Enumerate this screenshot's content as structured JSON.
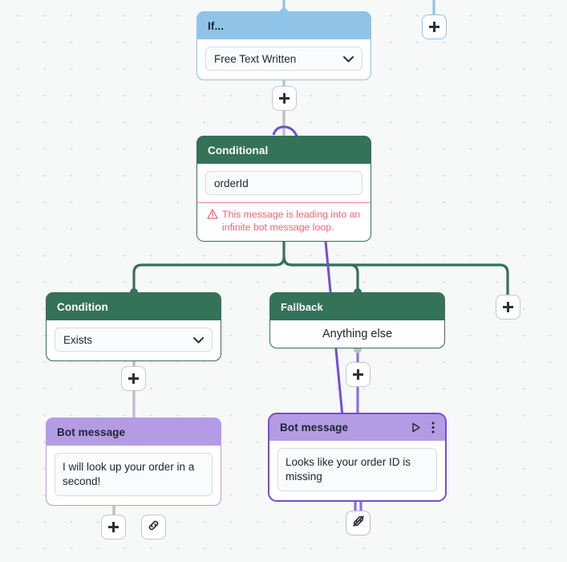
{
  "canvas": {
    "background_color": "#f7f8f8",
    "dot_color": "#dcdcdc",
    "edge_colors": {
      "green": "#34725a",
      "blue": "#8fc4e8",
      "gray": "#b9bec6",
      "purple": "#6f4fd8"
    }
  },
  "nodes": {
    "if_node": {
      "title": "If...",
      "header_color": "#8fc4e8",
      "select_value": "Free Text Written",
      "dropdown_icon": "chevron-down-icon"
    },
    "conditional_node": {
      "title": "Conditional",
      "header_color": "#34725a",
      "input_value": "orderId",
      "warning_icon": "warning-triangle-icon",
      "warning_text": "This message is leading into an infinite bot message loop.",
      "warning_color": "#f2636f"
    },
    "condition_node": {
      "title": "Condition",
      "header_color": "#34725a",
      "select_value": "Exists",
      "dropdown_icon": "chevron-down-icon"
    },
    "fallback_node": {
      "title": "Fallback",
      "header_color": "#34725a",
      "body_text": "Anything else"
    },
    "bot_message_left": {
      "title": "Bot message",
      "header_color": "#b49ce4",
      "message": "I will look up your order in a second!"
    },
    "bot_message_right": {
      "title": "Bot message",
      "header_color": "#b49ce4",
      "message": "Looks like your order ID is missing",
      "selected": true,
      "selection_color": "#6f4fd8",
      "play_icon": "play-icon",
      "menu_icon": "more-vertical-icon"
    }
  },
  "buttons": {
    "add_after_if": {
      "icon": "plus-icon",
      "label": "+"
    },
    "add_after_condition": {
      "icon": "plus-icon",
      "label": "+"
    },
    "add_after_fallback": {
      "icon": "plus-icon",
      "label": "+"
    },
    "add_branch_right": {
      "icon": "plus-icon",
      "label": "+"
    },
    "add_top_right": {
      "icon": "plus-icon",
      "label": "+"
    },
    "add_after_bot_left": {
      "icon": "plus-icon",
      "label": "+"
    },
    "link_bot_left": {
      "icon": "link-icon",
      "label": ""
    },
    "unlink_bot_right": {
      "icon": "unlink-icon",
      "label": ""
    }
  }
}
